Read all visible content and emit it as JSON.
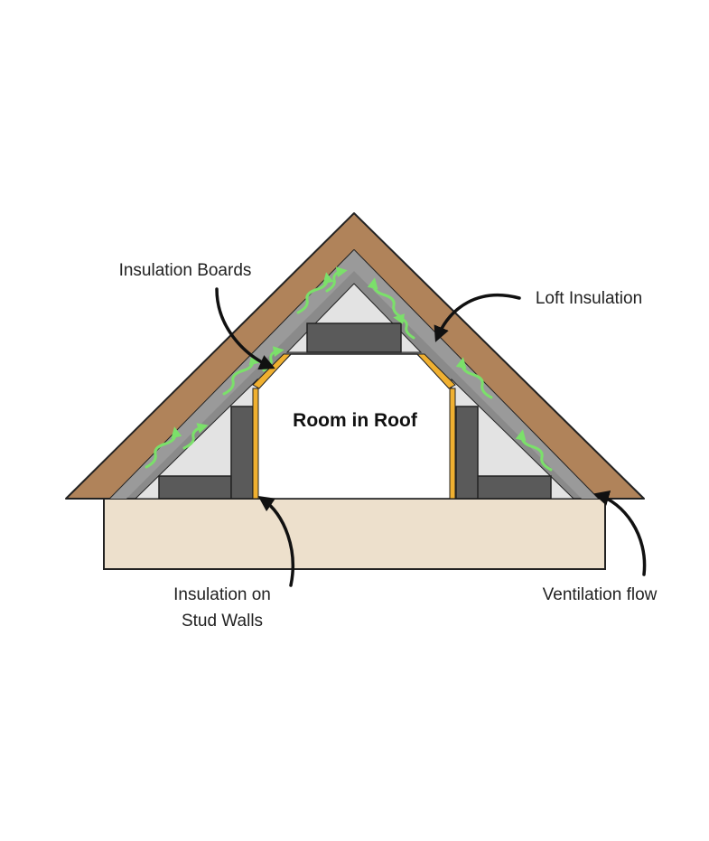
{
  "diagram": {
    "title": "Room in Roof",
    "labels": {
      "insulation_boards": "Insulation Boards",
      "loft_insulation": "Loft Insulation",
      "stud_walls_line1": "Insulation on",
      "stud_walls_line2": "Stud Walls",
      "ventilation_flow": "Ventilation flow"
    },
    "colors": {
      "roof": "#b0835a",
      "base": "#ede0cc",
      "insulation": "#555555",
      "board": "#f0b030",
      "cavity": "#d8d8d8",
      "air": "#7be06a"
    }
  }
}
